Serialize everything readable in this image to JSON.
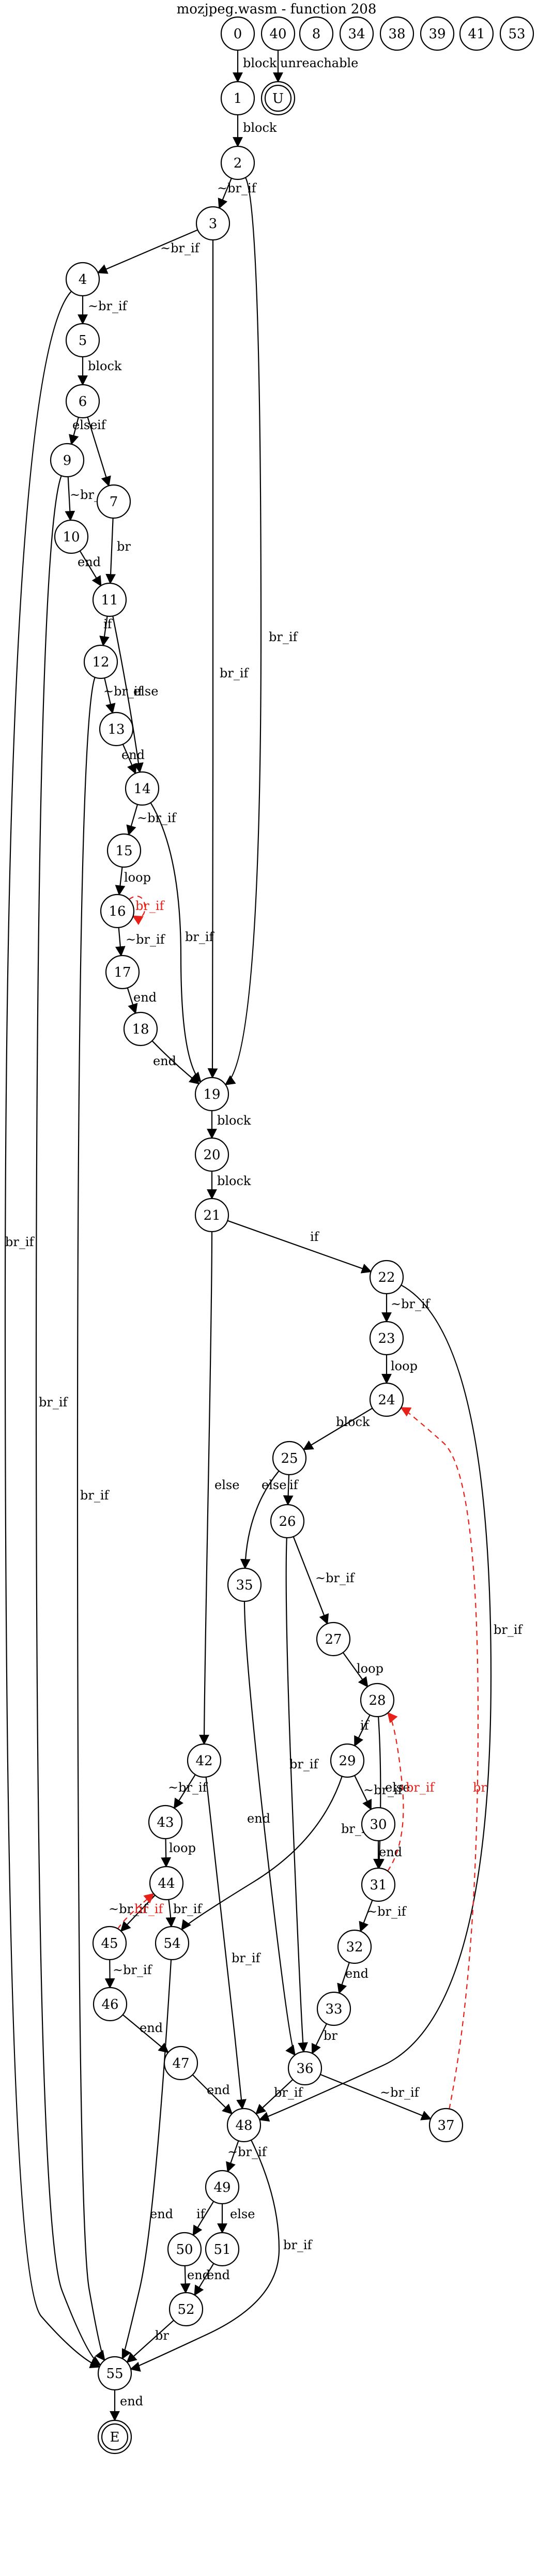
{
  "title": "mozjpeg.wasm - function 208",
  "colors": {
    "normal": "#000000",
    "back_edge": "#e8201a",
    "background": "#ffffff"
  },
  "nodes": [
    {
      "id": "0",
      "label": "0",
      "shape": "circle"
    },
    {
      "id": "40",
      "label": "40",
      "shape": "circle"
    },
    {
      "id": "8",
      "label": "8",
      "shape": "circle"
    },
    {
      "id": "34",
      "label": "34",
      "shape": "circle"
    },
    {
      "id": "38",
      "label": "38",
      "shape": "circle"
    },
    {
      "id": "39",
      "label": "39",
      "shape": "circle"
    },
    {
      "id": "41",
      "label": "41",
      "shape": "circle"
    },
    {
      "id": "53",
      "label": "53",
      "shape": "circle"
    },
    {
      "id": "1",
      "label": "1",
      "shape": "circle"
    },
    {
      "id": "U",
      "label": "U",
      "shape": "double"
    },
    {
      "id": "2",
      "label": "2",
      "shape": "circle"
    },
    {
      "id": "3",
      "label": "3",
      "shape": "circle"
    },
    {
      "id": "4",
      "label": "4",
      "shape": "circle"
    },
    {
      "id": "5",
      "label": "5",
      "shape": "circle"
    },
    {
      "id": "6",
      "label": "6",
      "shape": "circle"
    },
    {
      "id": "9",
      "label": "9",
      "shape": "circle"
    },
    {
      "id": "7",
      "label": "7",
      "shape": "circle"
    },
    {
      "id": "10",
      "label": "10",
      "shape": "circle"
    },
    {
      "id": "11",
      "label": "11",
      "shape": "circle"
    },
    {
      "id": "12",
      "label": "12",
      "shape": "circle"
    },
    {
      "id": "13",
      "label": "13",
      "shape": "circle"
    },
    {
      "id": "14",
      "label": "14",
      "shape": "circle"
    },
    {
      "id": "15",
      "label": "15",
      "shape": "circle"
    },
    {
      "id": "16",
      "label": "16",
      "shape": "circle"
    },
    {
      "id": "17",
      "label": "17",
      "shape": "circle"
    },
    {
      "id": "18",
      "label": "18",
      "shape": "circle"
    },
    {
      "id": "19",
      "label": "19",
      "shape": "circle"
    },
    {
      "id": "20",
      "label": "20",
      "shape": "circle"
    },
    {
      "id": "21",
      "label": "21",
      "shape": "circle"
    },
    {
      "id": "22",
      "label": "22",
      "shape": "circle"
    },
    {
      "id": "23",
      "label": "23",
      "shape": "circle"
    },
    {
      "id": "24",
      "label": "24",
      "shape": "circle"
    },
    {
      "id": "25",
      "label": "25",
      "shape": "circle"
    },
    {
      "id": "26",
      "label": "26",
      "shape": "circle"
    },
    {
      "id": "35",
      "label": "35",
      "shape": "circle"
    },
    {
      "id": "27",
      "label": "27",
      "shape": "circle"
    },
    {
      "id": "28",
      "label": "28",
      "shape": "circle"
    },
    {
      "id": "29",
      "label": "29",
      "shape": "circle"
    },
    {
      "id": "30",
      "label": "30",
      "shape": "circle"
    },
    {
      "id": "31",
      "label": "31",
      "shape": "circle"
    },
    {
      "id": "32",
      "label": "32",
      "shape": "circle"
    },
    {
      "id": "33",
      "label": "33",
      "shape": "circle"
    },
    {
      "id": "42",
      "label": "42",
      "shape": "circle"
    },
    {
      "id": "43",
      "label": "43",
      "shape": "circle"
    },
    {
      "id": "44",
      "label": "44",
      "shape": "circle"
    },
    {
      "id": "45",
      "label": "45",
      "shape": "circle"
    },
    {
      "id": "54",
      "label": "54",
      "shape": "circle"
    },
    {
      "id": "46",
      "label": "46",
      "shape": "circle"
    },
    {
      "id": "47",
      "label": "47",
      "shape": "circle"
    },
    {
      "id": "36",
      "label": "36",
      "shape": "circle"
    },
    {
      "id": "37",
      "label": "37",
      "shape": "circle"
    },
    {
      "id": "48",
      "label": "48",
      "shape": "circle"
    },
    {
      "id": "49",
      "label": "49",
      "shape": "circle"
    },
    {
      "id": "50",
      "label": "50",
      "shape": "circle"
    },
    {
      "id": "51",
      "label": "51",
      "shape": "circle"
    },
    {
      "id": "52",
      "label": "52",
      "shape": "circle"
    },
    {
      "id": "55",
      "label": "55",
      "shape": "circle"
    },
    {
      "id": "E",
      "label": "E",
      "shape": "double"
    }
  ],
  "edges": [
    {
      "from": "0",
      "to": "1",
      "label": "block",
      "kind": "normal"
    },
    {
      "from": "40",
      "to": "U",
      "label": "unreachable",
      "kind": "normal"
    },
    {
      "from": "1",
      "to": "2",
      "label": "block",
      "kind": "normal"
    },
    {
      "from": "2",
      "to": "3",
      "label": "~br_if",
      "kind": "normal"
    },
    {
      "from": "2",
      "to": "19",
      "label": "br_if",
      "kind": "normal"
    },
    {
      "from": "3",
      "to": "4",
      "label": "~br_if",
      "kind": "normal"
    },
    {
      "from": "3",
      "to": "19",
      "label": "br_if",
      "kind": "normal"
    },
    {
      "from": "4",
      "to": "5",
      "label": "~br_if",
      "kind": "normal"
    },
    {
      "from": "4",
      "to": "55",
      "label": "br_if",
      "kind": "normal"
    },
    {
      "from": "5",
      "to": "6",
      "label": "block",
      "kind": "normal"
    },
    {
      "from": "6",
      "to": "9",
      "label": "else",
      "kind": "normal"
    },
    {
      "from": "6",
      "to": "7",
      "label": "if",
      "kind": "normal"
    },
    {
      "from": "9",
      "to": "10",
      "label": "~br_if",
      "kind": "normal"
    },
    {
      "from": "9",
      "to": "55",
      "label": "br_if",
      "kind": "normal"
    },
    {
      "from": "7",
      "to": "11",
      "label": "br",
      "kind": "normal"
    },
    {
      "from": "10",
      "to": "11",
      "label": "end",
      "kind": "normal"
    },
    {
      "from": "11",
      "to": "12",
      "label": "if",
      "kind": "normal"
    },
    {
      "from": "11",
      "to": "14",
      "label": "else",
      "kind": "normal"
    },
    {
      "from": "12",
      "to": "13",
      "label": "~br_if",
      "kind": "normal"
    },
    {
      "from": "12",
      "to": "55",
      "label": "br_if",
      "kind": "normal"
    },
    {
      "from": "13",
      "to": "14",
      "label": "end",
      "kind": "normal"
    },
    {
      "from": "14",
      "to": "15",
      "label": "~br_if",
      "kind": "normal"
    },
    {
      "from": "14",
      "to": "19",
      "label": "br_if",
      "kind": "normal"
    },
    {
      "from": "15",
      "to": "16",
      "label": "loop",
      "kind": "normal"
    },
    {
      "from": "16",
      "to": "16",
      "label": "br_if",
      "kind": "back"
    },
    {
      "from": "16",
      "to": "17",
      "label": "~br_if",
      "kind": "normal"
    },
    {
      "from": "17",
      "to": "18",
      "label": "end",
      "kind": "normal"
    },
    {
      "from": "18",
      "to": "19",
      "label": "end",
      "kind": "normal"
    },
    {
      "from": "19",
      "to": "20",
      "label": "block",
      "kind": "normal"
    },
    {
      "from": "20",
      "to": "21",
      "label": "block",
      "kind": "normal"
    },
    {
      "from": "21",
      "to": "22",
      "label": "if",
      "kind": "normal"
    },
    {
      "from": "21",
      "to": "42",
      "label": "else",
      "kind": "normal"
    },
    {
      "from": "22",
      "to": "23",
      "label": "~br_if",
      "kind": "normal"
    },
    {
      "from": "22",
      "to": "48",
      "label": "br_if",
      "kind": "normal"
    },
    {
      "from": "23",
      "to": "24",
      "label": "loop",
      "kind": "normal"
    },
    {
      "from": "24",
      "to": "25",
      "label": "block",
      "kind": "normal"
    },
    {
      "from": "25",
      "to": "35",
      "label": "else",
      "kind": "normal"
    },
    {
      "from": "25",
      "to": "26",
      "label": "if",
      "kind": "normal"
    },
    {
      "from": "26",
      "to": "27",
      "label": "~br_if",
      "kind": "normal"
    },
    {
      "from": "26",
      "to": "36",
      "label": "br_if",
      "kind": "normal"
    },
    {
      "from": "35",
      "to": "36",
      "label": "end",
      "kind": "normal"
    },
    {
      "from": "27",
      "to": "28",
      "label": "loop",
      "kind": "normal"
    },
    {
      "from": "28",
      "to": "29",
      "label": "if",
      "kind": "normal"
    },
    {
      "from": "28",
      "to": "31",
      "label": "else",
      "kind": "normal"
    },
    {
      "from": "29",
      "to": "30",
      "label": "~br_if",
      "kind": "normal"
    },
    {
      "from": "29",
      "to": "54",
      "label": "br_if",
      "kind": "normal"
    },
    {
      "from": "30",
      "to": "31",
      "label": "end",
      "kind": "normal"
    },
    {
      "from": "31",
      "to": "28",
      "label": "br_if",
      "kind": "back"
    },
    {
      "from": "31",
      "to": "32",
      "label": "~br_if",
      "kind": "normal"
    },
    {
      "from": "32",
      "to": "33",
      "label": "end",
      "kind": "normal"
    },
    {
      "from": "33",
      "to": "36",
      "label": "br",
      "kind": "normal"
    },
    {
      "from": "37",
      "to": "24",
      "label": "br",
      "kind": "back"
    },
    {
      "from": "42",
      "to": "43",
      "label": "~br_if",
      "kind": "normal"
    },
    {
      "from": "42",
      "to": "48",
      "label": "br_if",
      "kind": "normal"
    },
    {
      "from": "43",
      "to": "44",
      "label": "loop",
      "kind": "normal"
    },
    {
      "from": "44",
      "to": "45",
      "label": "~br_if",
      "kind": "normal"
    },
    {
      "from": "44",
      "to": "54",
      "label": "br_if",
      "kind": "normal"
    },
    {
      "from": "45",
      "to": "44",
      "label": "br_if",
      "kind": "back"
    },
    {
      "from": "45",
      "to": "46",
      "label": "~br_if",
      "kind": "normal"
    },
    {
      "from": "46",
      "to": "47",
      "label": "end",
      "kind": "normal"
    },
    {
      "from": "47",
      "to": "48",
      "label": "end",
      "kind": "normal"
    },
    {
      "from": "54",
      "to": "55",
      "label": "end",
      "kind": "normal"
    },
    {
      "from": "36",
      "to": "48",
      "label": "br_if",
      "kind": "normal"
    },
    {
      "from": "36",
      "to": "37",
      "label": "~br_if",
      "kind": "normal"
    },
    {
      "from": "48",
      "to": "49",
      "label": "~br_if",
      "kind": "normal"
    },
    {
      "from": "48",
      "to": "55",
      "label": "br_if",
      "kind": "normal"
    },
    {
      "from": "49",
      "to": "50",
      "label": "if",
      "kind": "normal"
    },
    {
      "from": "49",
      "to": "51",
      "label": "else",
      "kind": "normal"
    },
    {
      "from": "50",
      "to": "52",
      "label": "end",
      "kind": "normal"
    },
    {
      "from": "51",
      "to": "52",
      "label": "end",
      "kind": "normal"
    },
    {
      "from": "52",
      "to": "55",
      "label": "br",
      "kind": "normal"
    },
    {
      "from": "55",
      "to": "E",
      "label": "end",
      "kind": "normal"
    }
  ]
}
